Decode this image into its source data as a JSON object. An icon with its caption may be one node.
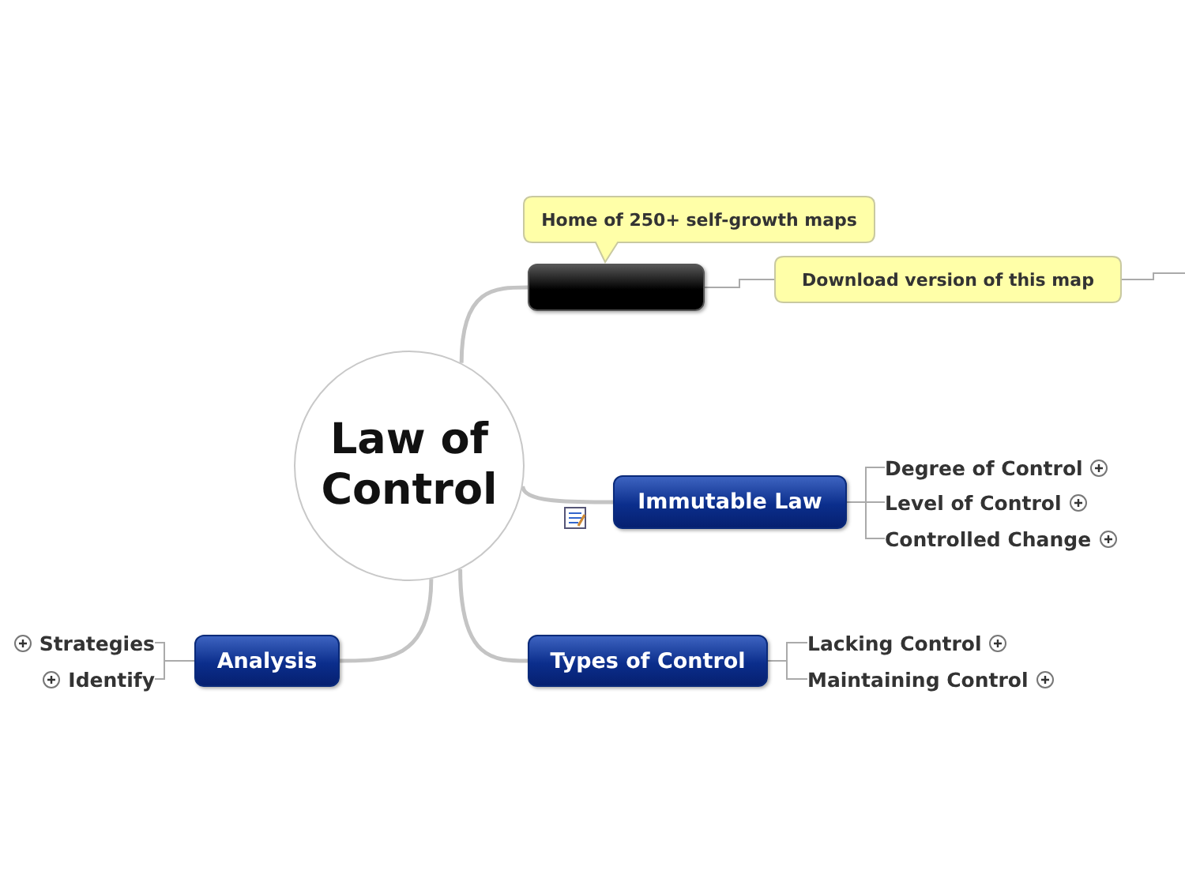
{
  "diagram": {
    "nodes": [
      {
        "text": [
          "Law of Control"
        ]
      },
      {
        "text": [],
        "shape": "box"
      },
      {
        "text": [
          "Home of 250+ self-growth maps"
        ]
      },
      {
        "text": [
          "Download version of this map"
        ]
      },
      {
        "text": [
          "Immutable Law"
        ]
      },
      {
        "text": [
          "Degree of Control"
        ]
      },
      {
        "text": [
          "Level of Control"
        ]
      },
      {
        "text": [
          "Controlled Change"
        ]
      },
      {
        "text": [
          "Types of Control"
        ]
      },
      {
        "text": [
          "Lacking Control"
        ]
      },
      {
        "text": [
          "Maintaining Control"
        ]
      },
      {
        "text": [
          "Analysis"
        ]
      },
      {
        "text": [
          "Strategies"
        ]
      },
      {
        "text": [
          "Identify"
        ]
      }
    ],
    "edges": [
      {
        "from": 0,
        "to": 1,
        "arrow": "none",
        "style": "thick"
      },
      {
        "from": 0,
        "to": 4,
        "arrow": "none",
        "style": "thick"
      },
      {
        "from": 0,
        "to": 8,
        "arrow": "none",
        "style": "thick"
      },
      {
        "from": 0,
        "to": 11,
        "arrow": "none",
        "style": "thick"
      },
      {
        "from": 4,
        "to": 5,
        "arrow": "none"
      },
      {
        "from": 4,
        "to": 6,
        "arrow": "none"
      },
      {
        "from": 4,
        "to": 7,
        "arrow": "none"
      },
      {
        "from": 8,
        "to": 9,
        "arrow": "none"
      },
      {
        "from": 8,
        "to": 10,
        "arrow": "none"
      },
      {
        "from": 11,
        "to": 12,
        "arrow": "none"
      },
      {
        "from": 11,
        "to": 13,
        "arrow": "none"
      },
      {
        "from": 1,
        "to": 3,
        "arrow": "none"
      },
      {
        "from": 3,
        "to": null,
        "arrow": "none"
      }
    ]
  }
}
